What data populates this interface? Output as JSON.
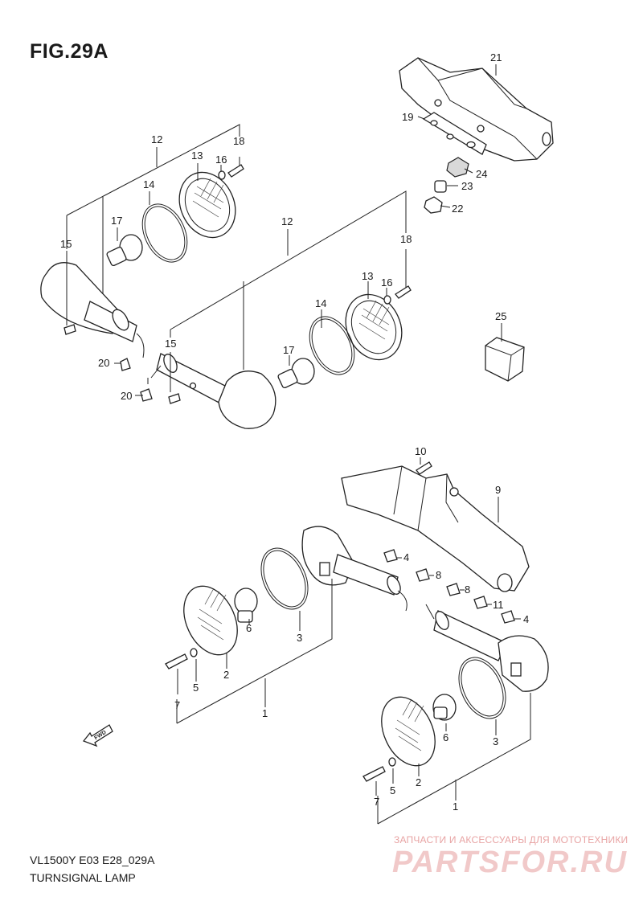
{
  "figure": {
    "title": "FIG.29A"
  },
  "model_code": "VL1500Y E03 E28_029A",
  "caption": "TURNSIGNAL LAMP",
  "watermark": {
    "tagline": "ЗАПЧАСТИ И АКСЕССУАРЫ ДЛЯ МОТОТЕХНИКИ",
    "logo": "PARTSFOR.RU"
  },
  "callouts": {
    "c1a": "1",
    "c1b": "1",
    "c2a": "2",
    "c2b": "2",
    "c3a": "3",
    "c3b": "3",
    "c4a": "4",
    "c4b": "4",
    "c5a": "5",
    "c5b": "5",
    "c6a": "6",
    "c6b": "6",
    "c7a": "7",
    "c7b": "7",
    "c8a": "8",
    "c8b": "8",
    "c9": "9",
    "c10": "10",
    "c11": "11",
    "c12a": "12",
    "c12b": "12",
    "c13a": "13",
    "c13b": "13",
    "c14a": "14",
    "c14b": "14",
    "c15a": "15",
    "c15b": "15",
    "c16a": "16",
    "c16b": "16",
    "c17a": "17",
    "c17b": "17",
    "c18a": "18",
    "c18b": "18",
    "c19": "19",
    "c20a": "20",
    "c20b": "20",
    "c21": "21",
    "c22": "22",
    "c23": "23",
    "c24": "24",
    "c25": "25"
  },
  "fwd_marker": "FWD"
}
